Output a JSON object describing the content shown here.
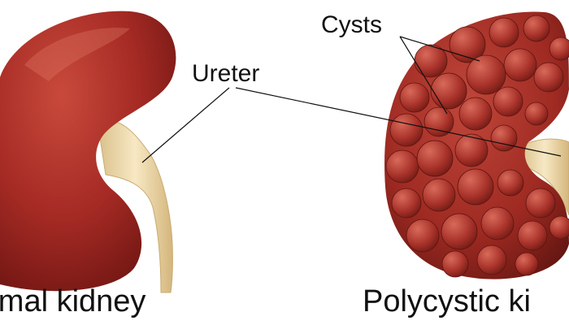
{
  "labels": {
    "cysts": "Cysts",
    "ureter": "Ureter",
    "normal_kidney": "ormal kidney",
    "polycystic_kidney": "Polycystic ki"
  },
  "colors": {
    "background": "#ffffff",
    "kidney_red": "#a52a24",
    "kidney_dark": "#6e1512",
    "ureter_cream": "#f0ddb2",
    "leader_line": "#111111",
    "text": "#111111"
  }
}
